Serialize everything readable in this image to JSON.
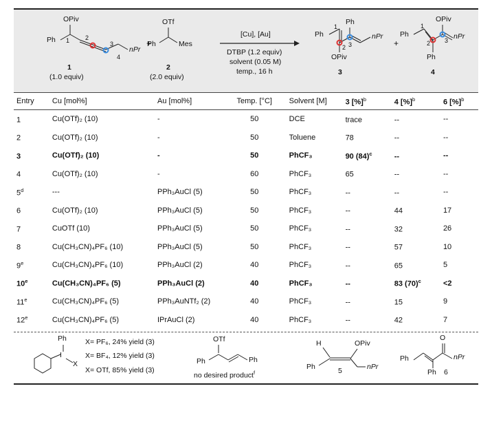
{
  "scheme": {
    "substrate1_label": "1",
    "substrate1_equiv": "(1.0 equiv)",
    "substrate1_opiv": "OPiv",
    "substrate1_ph": "Ph",
    "substrate1_npr": "nPr",
    "substrate1_locants": [
      "1",
      "2",
      "3",
      "4"
    ],
    "plus": "+",
    "substrate2_label": "2",
    "substrate2_equiv": "(2.0 equiv)",
    "substrate2_otf": "OTf",
    "substrate2_ph": "Ph",
    "substrate2_mes": "Mes",
    "conditions_top": "[Cu], [Au]",
    "conditions_1": "DTBP (1.2 equiv)",
    "conditions_2": "solvent (0.05 M)",
    "conditions_3": "temp., 16 h",
    "product3_label": "3",
    "product3_ph_top": "Ph",
    "product3_ph_left": "Ph",
    "product3_opiv": "OPiv",
    "product3_npr": "nPr",
    "product3_locants": [
      "1",
      "2",
      "3"
    ],
    "product4_label": "4",
    "product4_opiv": "OPiv",
    "product4_ph_left": "Ph",
    "product4_ph_bottom": "Ph",
    "product4_npr": "nPr",
    "product4_locants": [
      "1",
      "2",
      "3"
    ]
  },
  "table": {
    "headers": {
      "entry": "Entry",
      "cu": "Cu [mol%]",
      "au": "Au [mol%]",
      "temp": "Temp. [°C]",
      "solvent": "Solvent [M]",
      "y3": "3 [%]",
      "y3_sup": "b",
      "y4": "4 [%]",
      "y4_sup": "b",
      "y6": "6 [%]",
      "y6_sup": "b"
    },
    "rows": [
      {
        "entry": "1",
        "sup": "",
        "cu": "Cu(OTf)₂ (10)",
        "au": "-",
        "temp": "50",
        "solvent": "DCE",
        "y3": "trace",
        "y3sup": "",
        "y4": "--",
        "y4sup": "",
        "y6": "--",
        "bold": false
      },
      {
        "entry": "2",
        "sup": "",
        "cu": "Cu(OTf)₂ (10)",
        "au": "-",
        "temp": "50",
        "solvent": "Toluene",
        "y3": "78",
        "y3sup": "",
        "y4": "--",
        "y4sup": "",
        "y6": "--",
        "bold": false
      },
      {
        "entry": "3",
        "sup": "",
        "cu": "Cu(OTf)₂ (10)",
        "au": "-",
        "temp": "50",
        "solvent": "PhCF₃",
        "y3": "90 (84)",
        "y3sup": "c",
        "y4": "--",
        "y4sup": "",
        "y6": "--",
        "bold": true
      },
      {
        "entry": "4",
        "sup": "",
        "cu": "Cu(OTf)₂ (10)",
        "au": "-",
        "temp": "60",
        "solvent": "PhCF₃",
        "y3": "65",
        "y3sup": "",
        "y4": "--",
        "y4sup": "",
        "y6": "--",
        "bold": false
      },
      {
        "entry": "5",
        "sup": "d",
        "cu": "---",
        "au": "PPh₃AuCl (5)",
        "temp": "50",
        "solvent": "PhCF₃",
        "y3": "--",
        "y3sup": "",
        "y4": "--",
        "y4sup": "",
        "y6": "--",
        "bold": false
      },
      {
        "entry": "6",
        "sup": "",
        "cu": "Cu(OTf)₂ (10)",
        "au": "PPh₃AuCl (5)",
        "temp": "50",
        "solvent": "PhCF₃",
        "y3": "--",
        "y3sup": "",
        "y4": "44",
        "y4sup": "",
        "y6": "17",
        "bold": false
      },
      {
        "entry": "7",
        "sup": "",
        "cu": "CuOTf (10)",
        "au": "PPh₃AuCl (5)",
        "temp": "50",
        "solvent": "PhCF₃",
        "y3": "--",
        "y3sup": "",
        "y4": "32",
        "y4sup": "",
        "y6": "26",
        "bold": false
      },
      {
        "entry": "8",
        "sup": "",
        "cu": "Cu(CH₃CN)₄PF₆ (10)",
        "au": "PPh₃AuCl (5)",
        "temp": "50",
        "solvent": "PhCF₃",
        "y3": "--",
        "y3sup": "",
        "y4": "57",
        "y4sup": "",
        "y6": "10",
        "bold": false
      },
      {
        "entry": "9",
        "sup": "e",
        "cu": "Cu(CH₃CN)₄PF₆ (10)",
        "au": "PPh₃AuCl (2)",
        "temp": "40",
        "solvent": "PhCF₃",
        "y3": "--",
        "y3sup": "",
        "y4": "65",
        "y4sup": "",
        "y6": "5",
        "bold": false
      },
      {
        "entry": "10",
        "sup": "e",
        "cu": "Cu(CH₃CN)₄PF₆ (5)",
        "au": "PPh₃AuCl (2)",
        "temp": "40",
        "solvent": "PhCF₃",
        "y3": "--",
        "y3sup": "",
        "y4": "83 (70)",
        "y4sup": "c",
        "y6": "<2",
        "bold": true
      },
      {
        "entry": "11",
        "sup": "e",
        "cu": "Cu(CH₃CN)₄PF₆ (5)",
        "au": "PPh₃AuNTf₂ (2)",
        "temp": "40",
        "solvent": "PhCF₃",
        "y3": "--",
        "y3sup": "",
        "y4": "15",
        "y4sup": "",
        "y6": "9",
        "bold": false
      },
      {
        "entry": "12",
        "sup": "e",
        "cu": "Cu(CH₃CN)₄PF₆ (5)",
        "au": "IPrAuCl (2)",
        "temp": "40",
        "solvent": "PhCF₃",
        "y3": "--",
        "y3sup": "",
        "y4": "42",
        "y4sup": "",
        "y6": "7",
        "bold": false
      }
    ]
  },
  "footer": {
    "iodonium_ph": "Ph",
    "iodonium_i": "I",
    "iodonium_x": "X",
    "x_pf6": "X= PF₆, 24% yield (3)",
    "x_bf4": "X= BF₄, 12% yield (3)",
    "x_otf": "X= OTf, 85% yield (3)",
    "vinyl_otf": "OTf",
    "vinyl_ph1": "Ph",
    "vinyl_ph2": "Ph",
    "no_product": "no desired product",
    "no_product_sup": "f",
    "allene_h": "H",
    "allene_ph": "Ph",
    "allene_opiv": "OPiv",
    "allene_npr": "nPr",
    "allene_label": "5",
    "enone_ph1": "Ph",
    "enone_ph2": "Ph",
    "enone_o": "O",
    "enone_npr": "nPr",
    "enone_label": "6"
  }
}
